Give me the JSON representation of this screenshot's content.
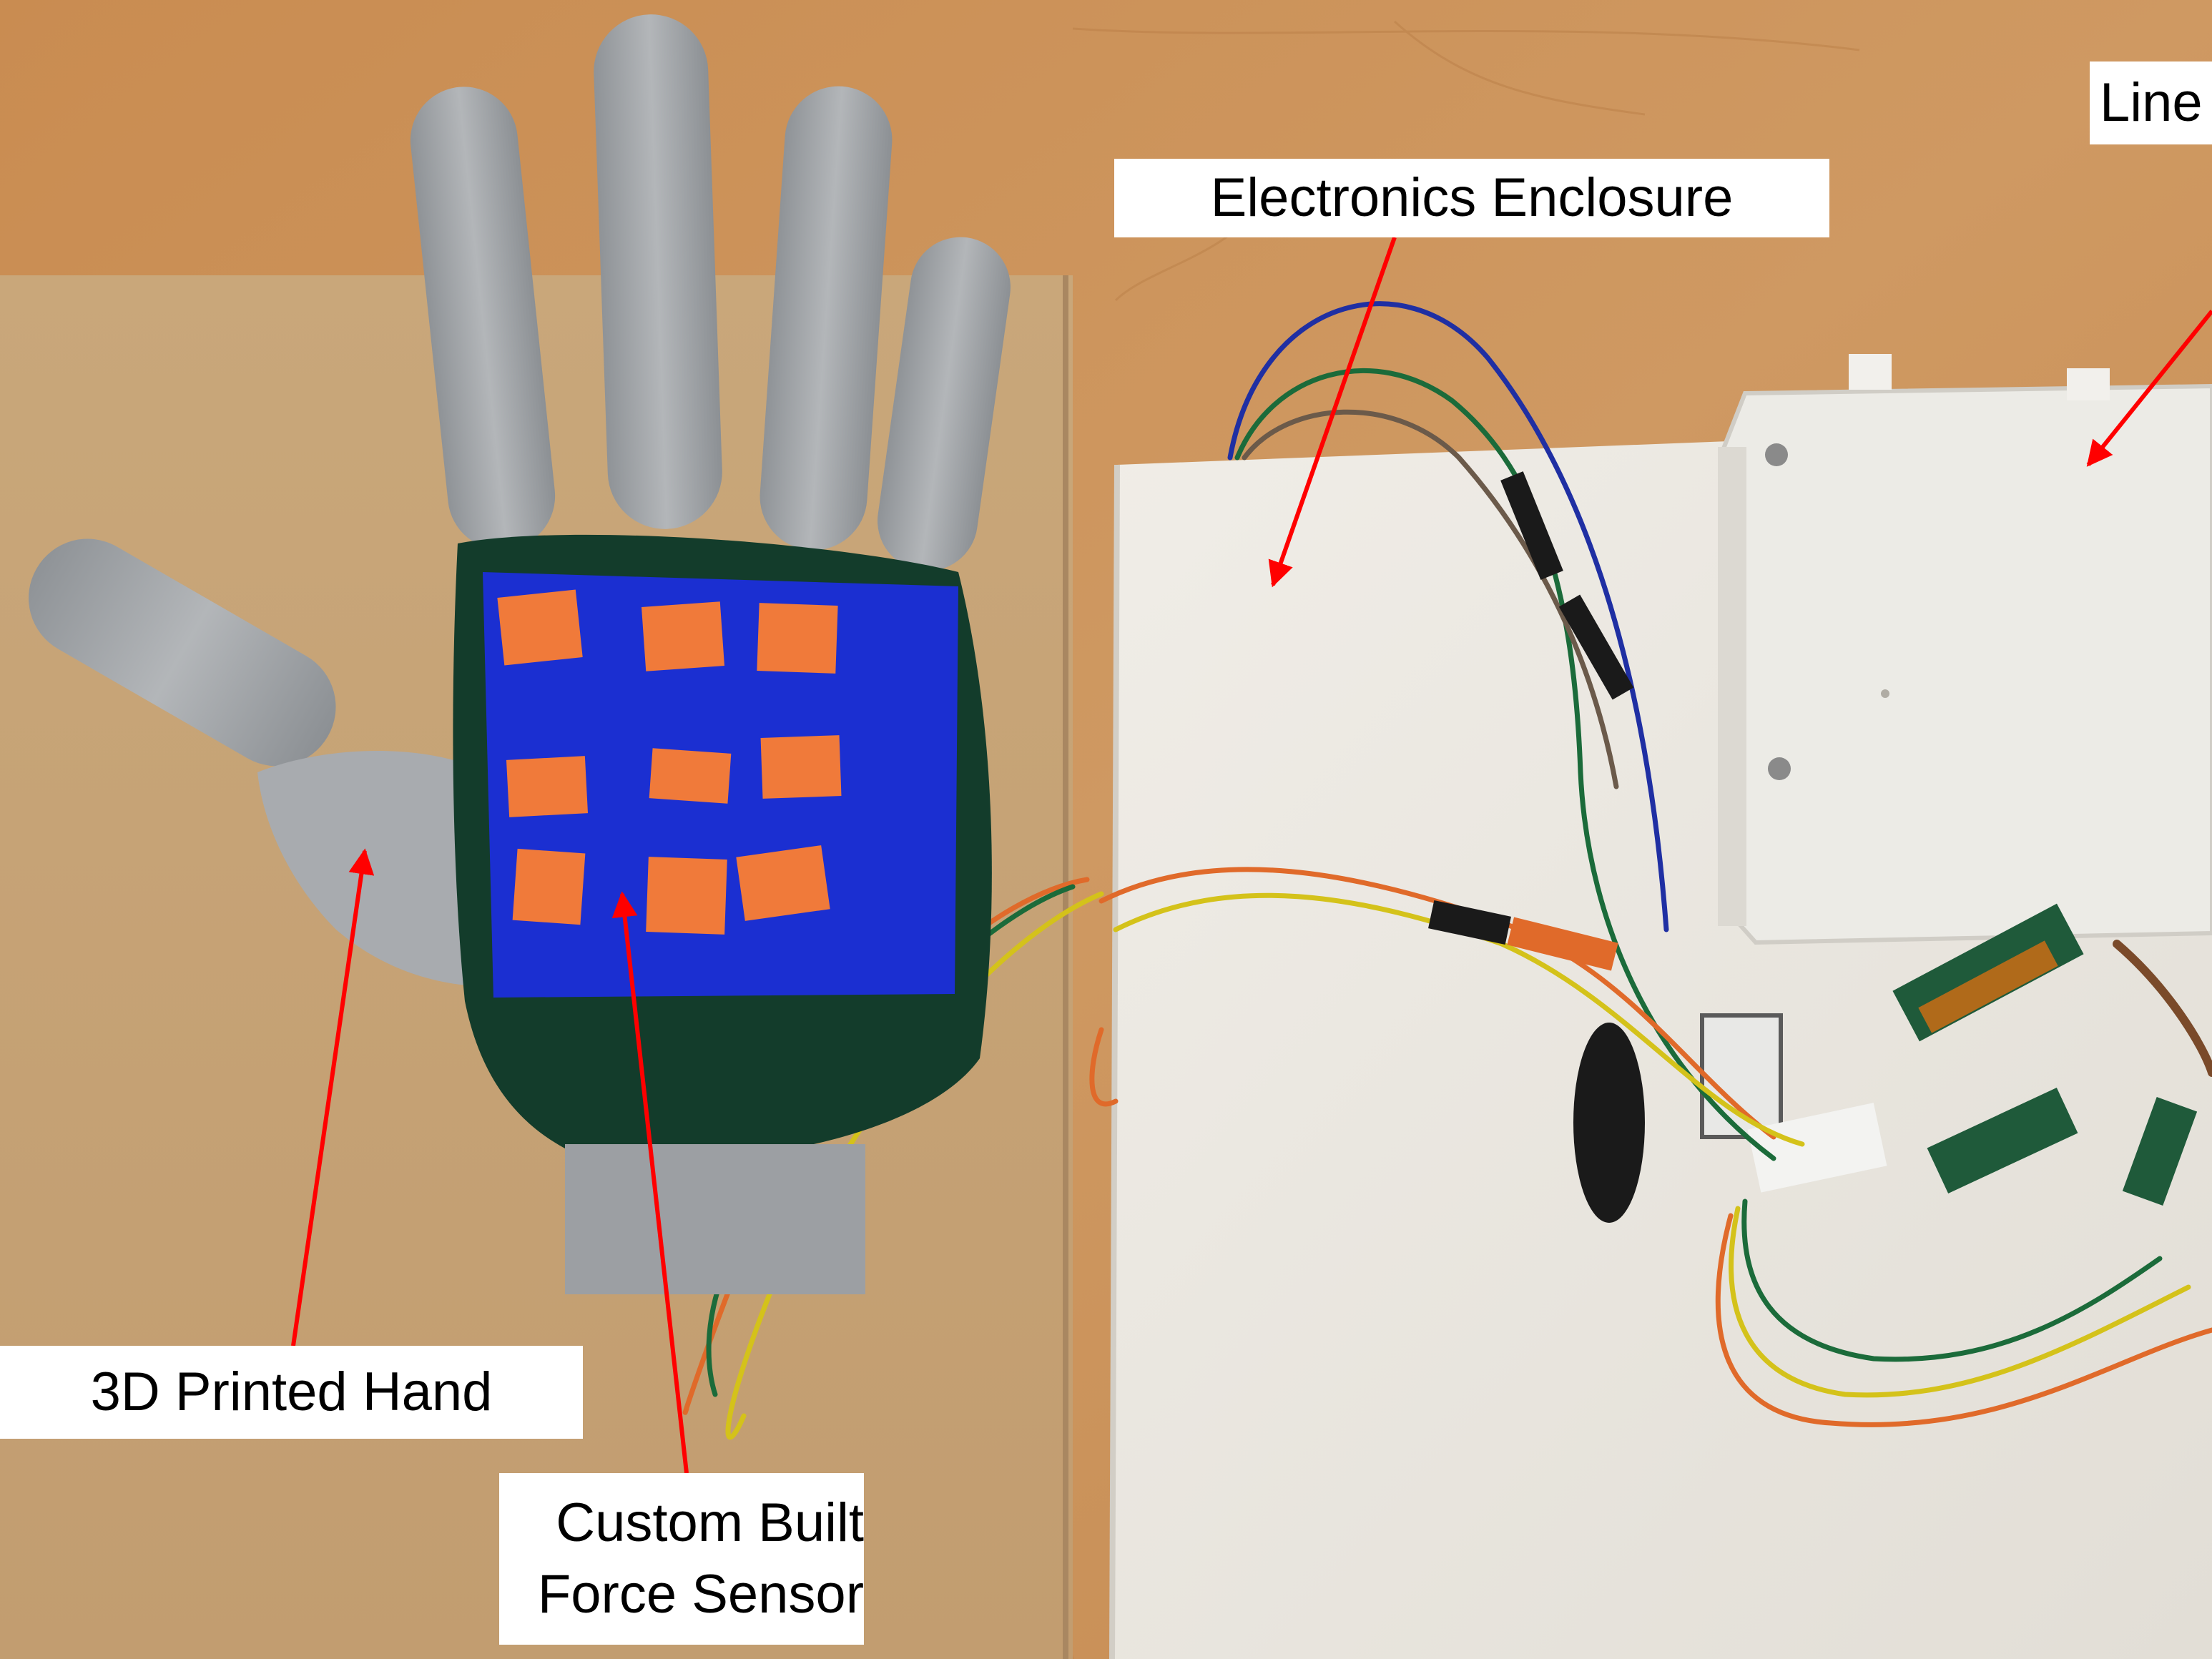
{
  "labels": {
    "electronics": "Electronics Enclosure",
    "linear": "Line",
    "hand": "3D Printed Hand",
    "sensor_line1": "Custom Built",
    "sensor_line2": "Force Sensor"
  },
  "colors": {
    "table": "#c9925a",
    "board": "#c7a57a",
    "enclosure": "#e9e6df",
    "hand": "#a6a9ad",
    "sensor_tape": "#1b2fd1",
    "sensor_pads": "#f07a3a",
    "wrap": "#123b2a",
    "arrow": "#ff0000"
  }
}
